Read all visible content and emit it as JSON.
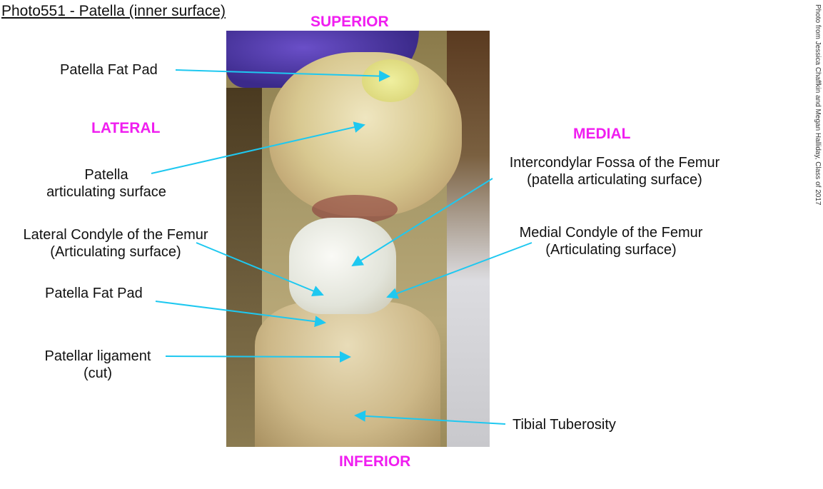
{
  "title": "Photo551 - Patella (inner surface)",
  "credit": "Photo from Jessica Chaffkin and Megan Halliday, Class of 2017",
  "directions": {
    "superior": "SUPERIOR",
    "inferior": "INFERIOR",
    "lateral": "LATERAL",
    "medial": "MEDIAL"
  },
  "labels": {
    "fat_pad_top": "Patella Fat Pad",
    "patella_surface_1": "Patella",
    "patella_surface_2": "articulating surface",
    "intercondylar_1": "Intercondylar Fossa of the Femur",
    "intercondylar_2": "(patella articulating surface)",
    "lateral_condyle_1": "Lateral Condyle of the Femur",
    "lateral_condyle_2": "(Articulating surface)",
    "medial_condyle_1": "Medial Condyle of the Femur",
    "medial_condyle_2": "(Articulating surface)",
    "fat_pad_bottom": "Patella Fat Pad",
    "ligament_1": "Patellar ligament",
    "ligament_2": "(cut)",
    "tibial": "Tibial Tuberosity"
  },
  "colors": {
    "direction": "#f01ef0",
    "arrow": "#1ec8f0"
  }
}
